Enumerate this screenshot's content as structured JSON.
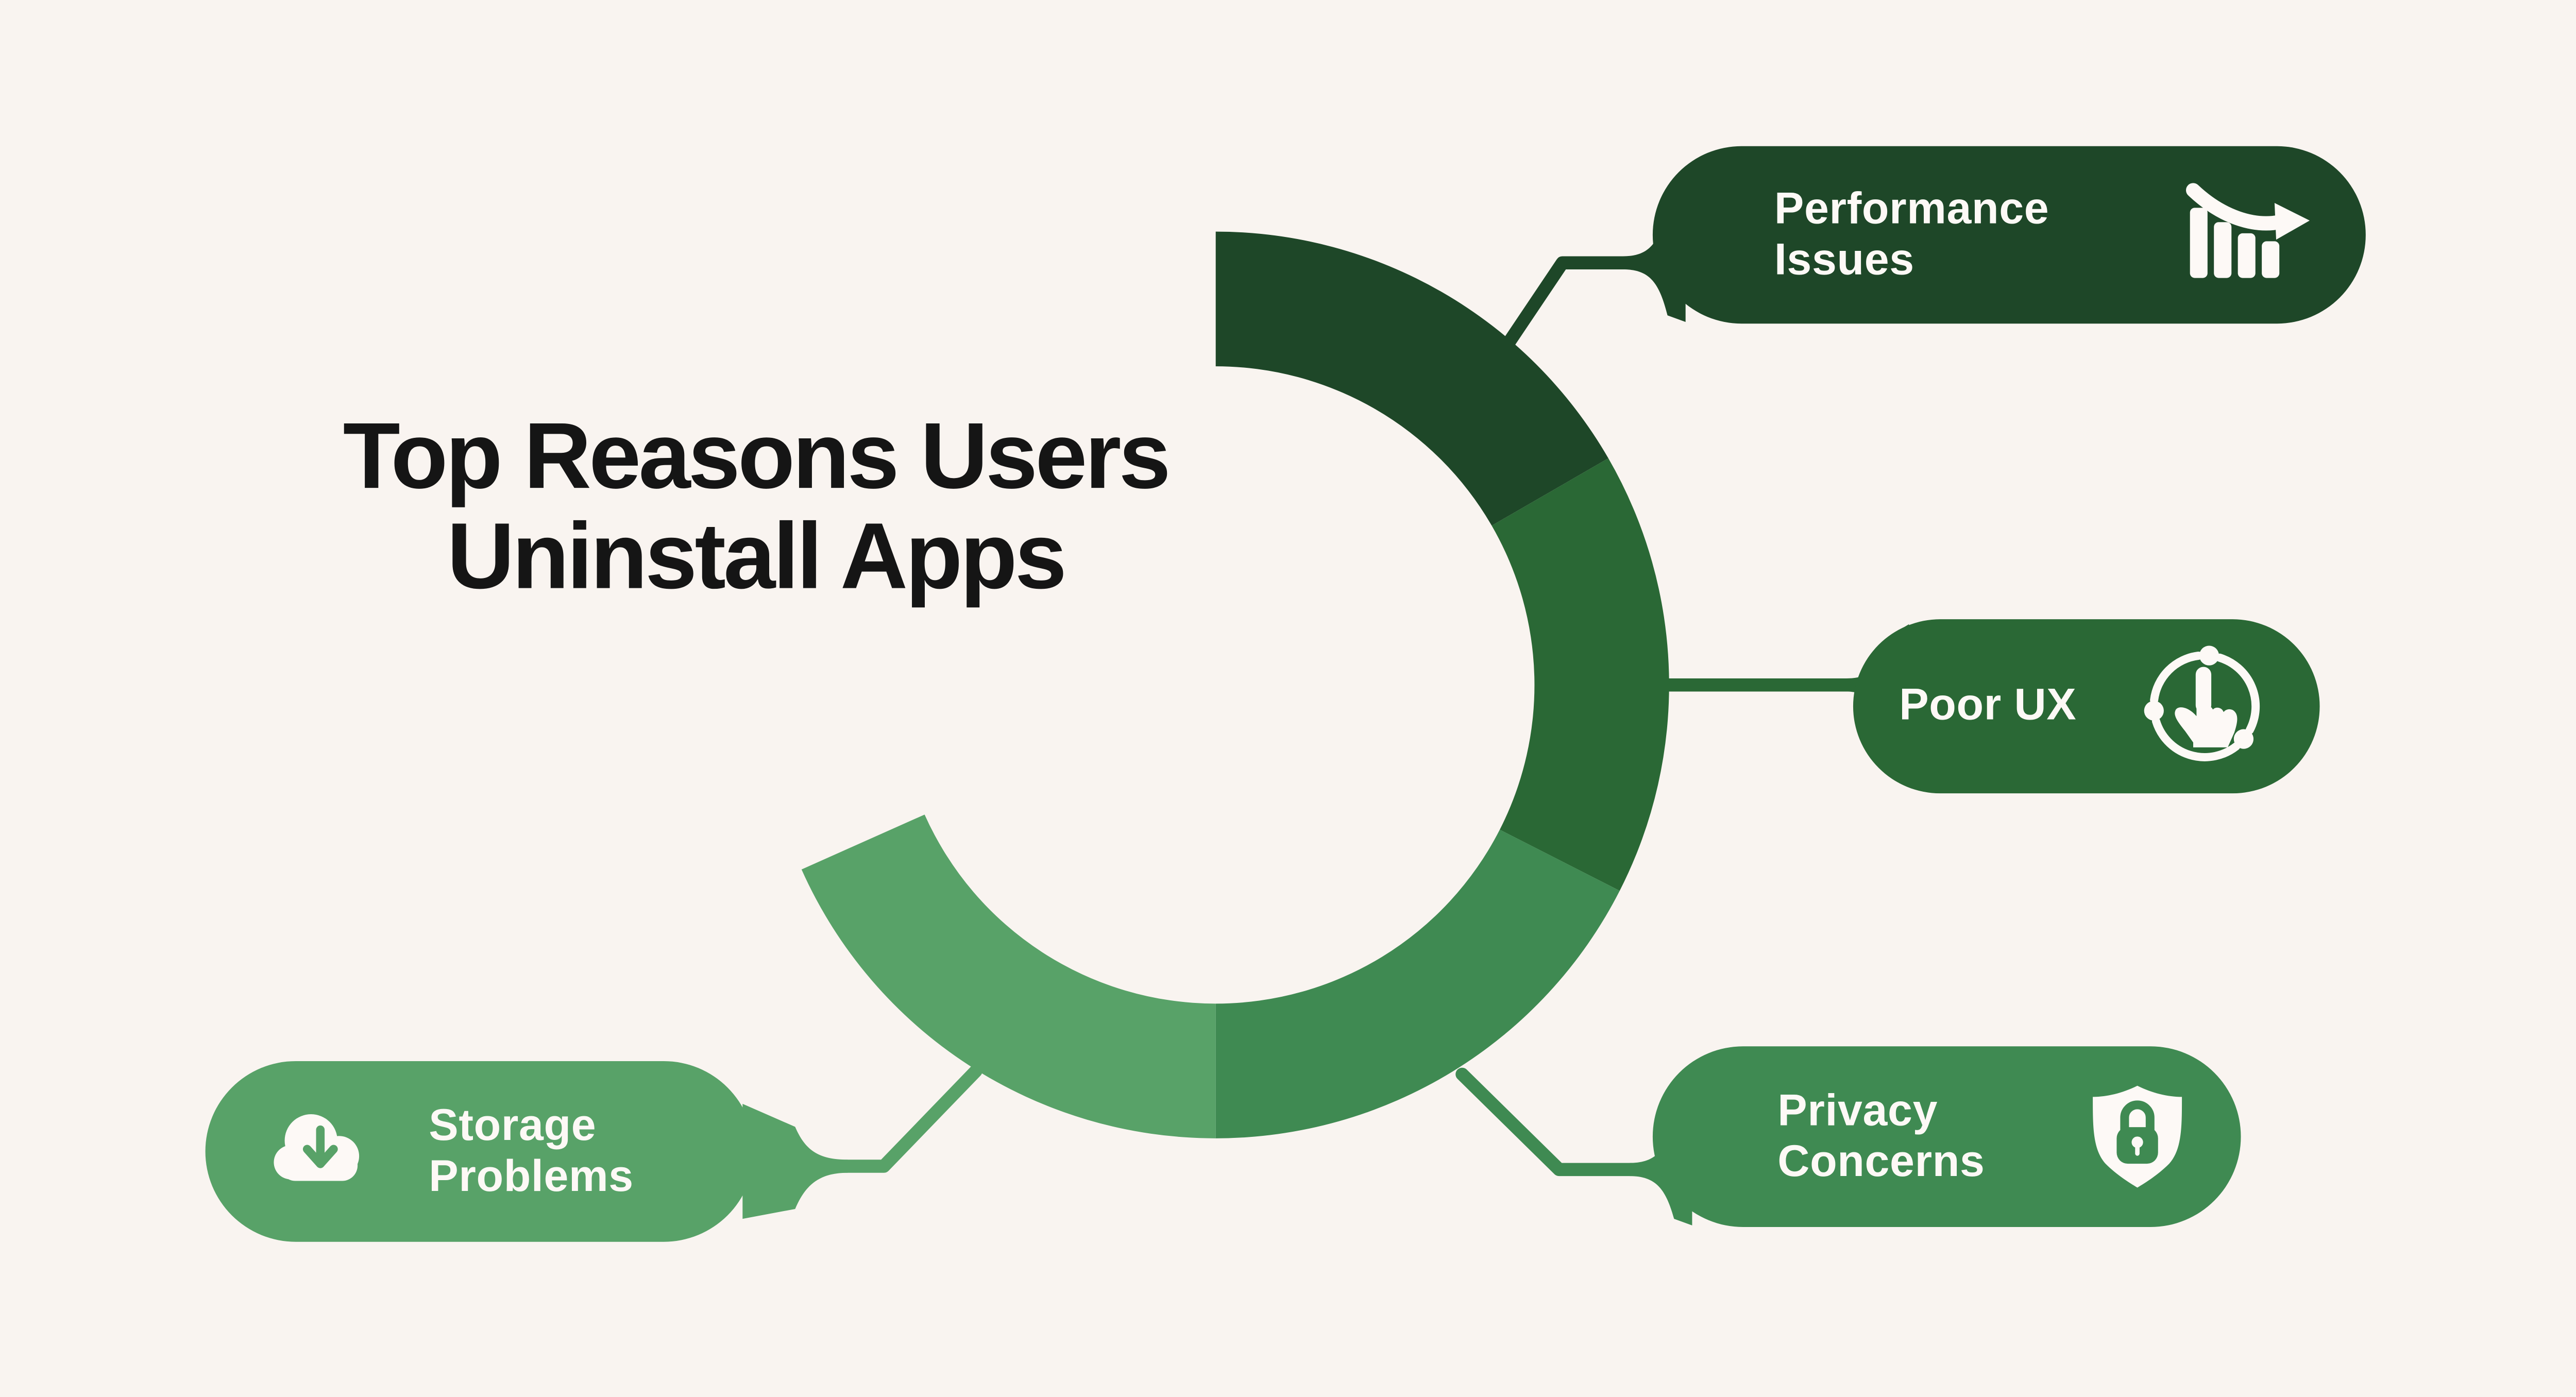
{
  "title": {
    "line1": "Top Reasons Users",
    "line2": "Uninstall Apps"
  },
  "palette": {
    "background": "#f9f4f0",
    "title_text": "#151515",
    "label_text": "#fdf9f6",
    "green_darkest": "#1e4728",
    "green_dark": "#2a6835",
    "green_medium": "#3f8a52",
    "green_light": "#58a268"
  },
  "chart_data": {
    "type": "donut-arc",
    "title": "Top Reasons Users Uninstall Apps",
    "arc_start_deg": 0,
    "arc_end_deg": 246,
    "legend_position": "callout-pills",
    "segments": [
      {
        "label": "Performance Issues",
        "start_deg": 0,
        "end_deg": 60,
        "color_key": "green_darkest"
      },
      {
        "label": "Poor UX",
        "start_deg": 60,
        "end_deg": 117,
        "color_key": "green_dark"
      },
      {
        "label": "Privacy Concerns",
        "start_deg": 117,
        "end_deg": 180,
        "color_key": "green_medium"
      },
      {
        "label": "Storage Problems",
        "start_deg": 180,
        "end_deg": 246,
        "color_key": "green_light"
      }
    ]
  },
  "labels": [
    {
      "id": "performance",
      "line1": "Performance",
      "line2": "Issues",
      "icon": "declining-bar-chart-icon",
      "color_key": "green_darkest"
    },
    {
      "id": "poor-ux",
      "line1": "Poor UX",
      "line2": "",
      "icon": "tap-gesture-icon",
      "color_key": "green_dark"
    },
    {
      "id": "privacy",
      "line1": "Privacy",
      "line2": "Concerns",
      "icon": "shield-lock-icon",
      "color_key": "green_medium"
    },
    {
      "id": "storage",
      "line1": "Storage",
      "line2": "Problems",
      "icon": "cloud-download-icon",
      "color_key": "green_light"
    }
  ]
}
